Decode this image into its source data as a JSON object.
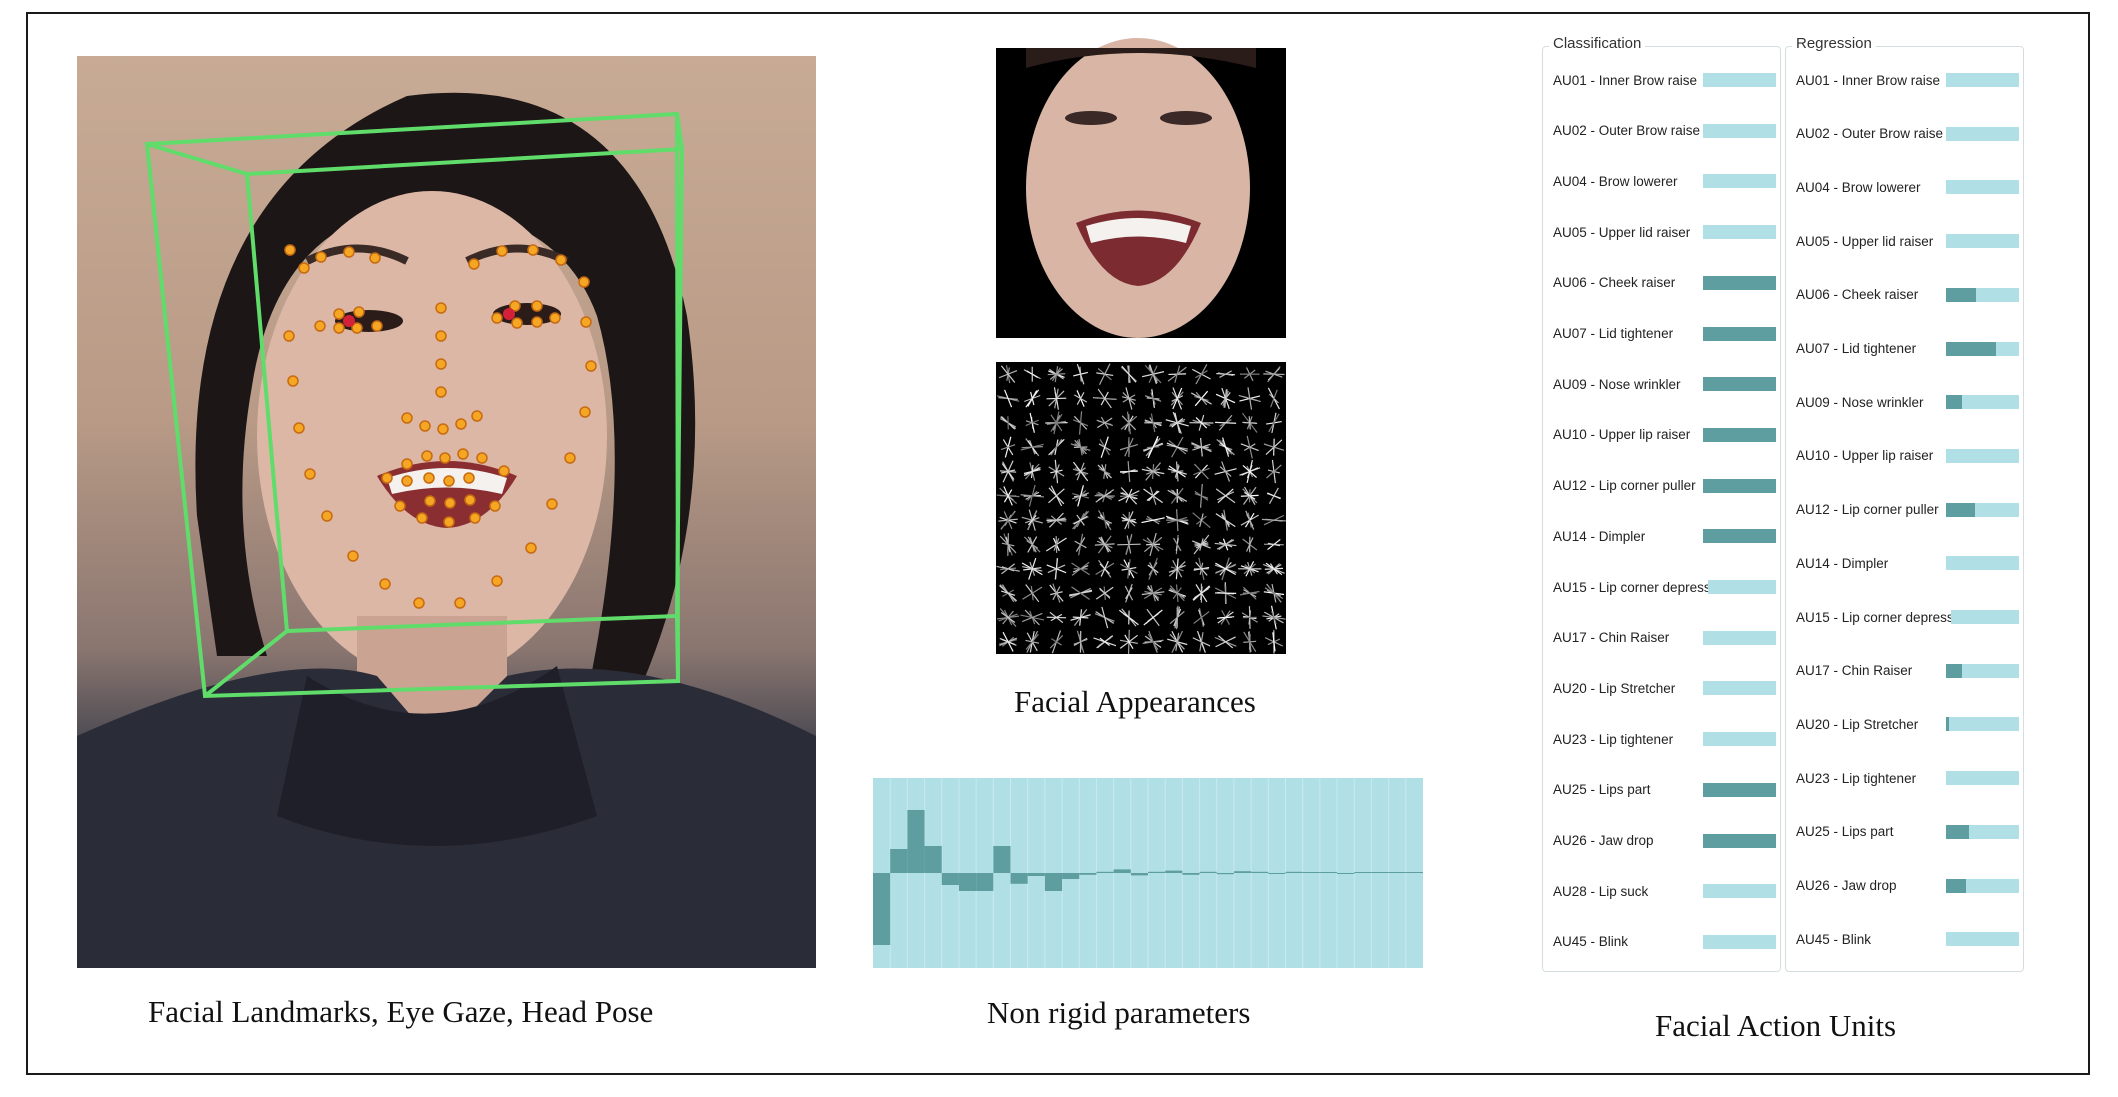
{
  "captions": {
    "landmarks": "Facial Landmarks, Eye Gaze, Head Pose",
    "appearances": "Facial Appearances",
    "non_rigid": "Non rigid parameters",
    "action_units": "Facial Action Units"
  },
  "colors": {
    "bar_bg": "#b0dfe5",
    "bar_fill": "#5f9ea0",
    "landmark": "#f5a623",
    "head_box": "#5fdc6a"
  },
  "classification": {
    "title": "Classification",
    "items": [
      {
        "label": "AU01 - Inner Brow raise",
        "value": 0
      },
      {
        "label": "AU02 - Outer Brow raise",
        "value": 0
      },
      {
        "label": "AU04 - Brow lowerer",
        "value": 0
      },
      {
        "label": "AU05 - Upper lid raiser",
        "value": 0
      },
      {
        "label": "AU06 - Cheek raiser",
        "value": 1
      },
      {
        "label": "AU07 - Lid tightener",
        "value": 1
      },
      {
        "label": "AU09 - Nose wrinkler",
        "value": 1
      },
      {
        "label": "AU10 - Upper lip raiser",
        "value": 1
      },
      {
        "label": "AU12 - Lip corner puller",
        "value": 1
      },
      {
        "label": "AU14 - Dimpler",
        "value": 1
      },
      {
        "label": "AU15 - Lip corner depressor",
        "value": 0
      },
      {
        "label": "AU17 - Chin Raiser",
        "value": 0
      },
      {
        "label": "AU20 - Lip Stretcher",
        "value": 0
      },
      {
        "label": "AU23 - Lip tightener",
        "value": 0
      },
      {
        "label": "AU25 - Lips part",
        "value": 1
      },
      {
        "label": "AU26 - Jaw drop",
        "value": 1
      },
      {
        "label": "AU28 - Lip suck",
        "value": 0
      },
      {
        "label": "AU45 - Blink",
        "value": 0
      }
    ]
  },
  "regression": {
    "title": "Regression",
    "items": [
      {
        "label": "AU01 - Inner Brow raise",
        "value": 0
      },
      {
        "label": "AU02 - Outer Brow raise",
        "value": 0
      },
      {
        "label": "AU04 - Brow lowerer",
        "value": 0
      },
      {
        "label": "AU05 - Upper lid raiser",
        "value": 0
      },
      {
        "label": "AU06 - Cheek raiser",
        "value": 0.42
      },
      {
        "label": "AU07 - Lid tightener",
        "value": 0.68
      },
      {
        "label": "AU09 - Nose wrinkler",
        "value": 0.22
      },
      {
        "label": "AU10 - Upper lip raiser",
        "value": 0
      },
      {
        "label": "AU12 - Lip corner puller",
        "value": 0.4
      },
      {
        "label": "AU14 - Dimpler",
        "value": 0
      },
      {
        "label": "AU15 - Lip corner depressor",
        "value": 0
      },
      {
        "label": "AU17 - Chin Raiser",
        "value": 0.22
      },
      {
        "label": "AU20 - Lip Stretcher",
        "value": 0.04
      },
      {
        "label": "AU23 - Lip tightener",
        "value": 0
      },
      {
        "label": "AU25 - Lips part",
        "value": 0.32
      },
      {
        "label": "AU26 - Jaw drop",
        "value": 0.28
      },
      {
        "label": "AU45 - Blink",
        "value": 0
      }
    ]
  },
  "non_rigid_params": [
    -1.2,
    0.4,
    1.05,
    0.45,
    -0.2,
    -0.3,
    -0.3,
    0.45,
    -0.18,
    -0.05,
    -0.3,
    -0.1,
    -0.03,
    0.02,
    0.06,
    -0.04,
    0.02,
    0.04,
    -0.03,
    0.02,
    -0.02,
    0.03,
    0.02,
    -0.01,
    0.02,
    0.01,
    0.01,
    -0.01,
    0.01,
    0.01,
    0.0,
    0.0
  ]
}
